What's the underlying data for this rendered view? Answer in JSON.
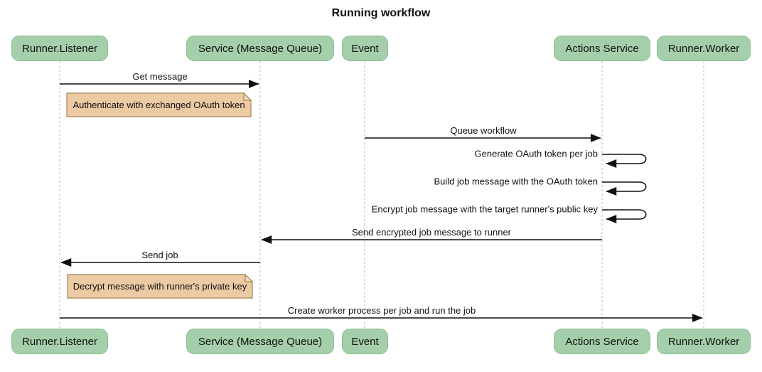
{
  "title": "Running workflow",
  "colors": {
    "actor_fill": "#a4cfaa",
    "actor_border": "#8abf93",
    "note_fill": "#eccaa4",
    "note_fold": "#f5dfc4",
    "note_border": "#a5834f",
    "lifeline": "#b9b9b9",
    "arrow": "#111111",
    "background": "#ffffff"
  },
  "participants": [
    {
      "id": "runner-listener",
      "label": "Runner.Listener"
    },
    {
      "id": "service-message-queue",
      "label": "Service (Message Queue)"
    },
    {
      "id": "event",
      "label": "Event"
    },
    {
      "id": "actions-service",
      "label": "Actions Service"
    },
    {
      "id": "runner-worker",
      "label": "Runner.Worker"
    }
  ],
  "messages": [
    {
      "label": "Get message",
      "from": "Runner.Listener",
      "to": "Service (Message Queue)",
      "type": "solid-arrow"
    },
    {
      "label": "Queue workflow",
      "from": "Event",
      "to": "Actions Service",
      "type": "solid-arrow"
    },
    {
      "label": "Generate OAuth token per job",
      "from": "Actions Service",
      "to": "Actions Service",
      "type": "self-loop"
    },
    {
      "label": "Build job message with the OAuth token",
      "from": "Actions Service",
      "to": "Actions Service",
      "type": "self-loop"
    },
    {
      "label": "Encrypt job message with the target runner's public key",
      "from": "Actions Service",
      "to": "Actions Service",
      "type": "self-loop"
    },
    {
      "label": "Send encrypted job message to runner",
      "from": "Actions Service",
      "to": "Service (Message Queue)",
      "type": "solid-arrow"
    },
    {
      "label": "Send job",
      "from": "Service (Message Queue)",
      "to": "Runner.Listener",
      "type": "solid-arrow"
    },
    {
      "label": "Create worker process per job and run the job",
      "from": "Runner.Listener",
      "to": "Runner.Worker",
      "type": "solid-arrow"
    }
  ],
  "notes": [
    {
      "label": "Authenticate with exchanged OAuth token",
      "position": "right of Runner.Listener"
    },
    {
      "label": "Decrypt message with runner's private key",
      "position": "right of Runner.Listener"
    }
  ]
}
